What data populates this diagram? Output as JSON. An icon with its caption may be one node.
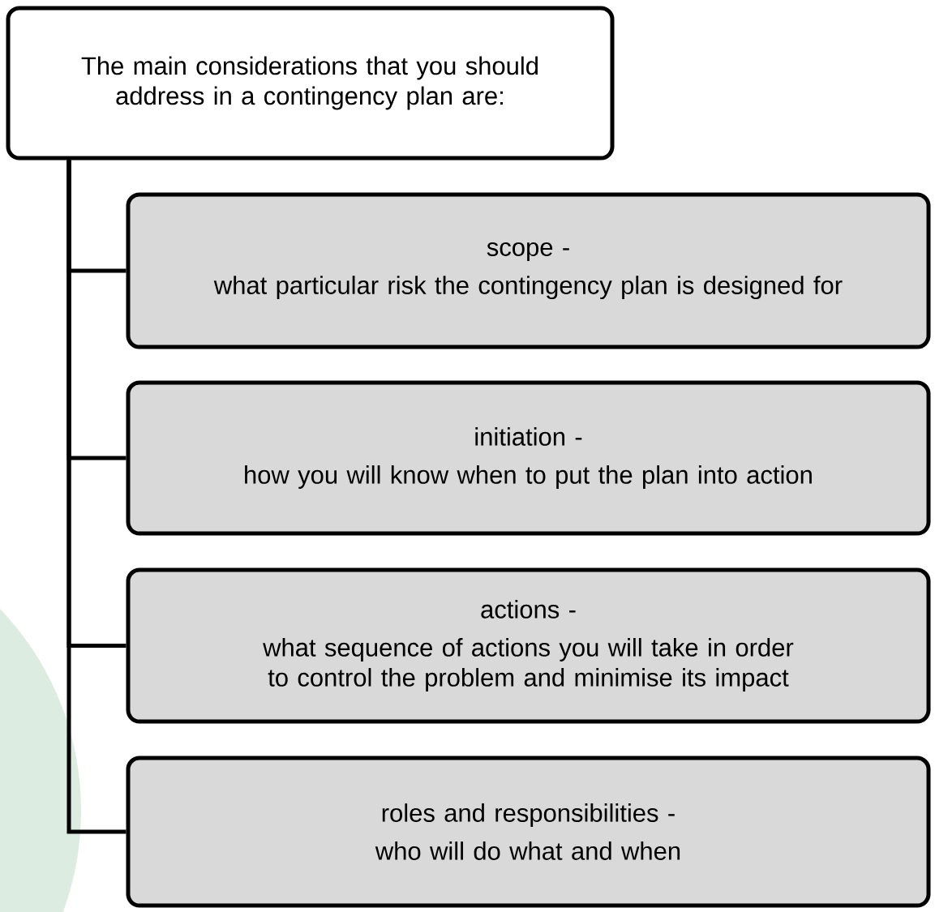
{
  "diagram": {
    "nodes": [
      {
        "text": [
          "The main considerations that you should address in a contingency plan are:"
        ]
      },
      {
        "text": [
          "scope -",
          "what particular risk the contingency plan is designed for"
        ]
      },
      {
        "text": [
          "initiation -",
          "how you will know when to put the plan into action"
        ]
      },
      {
        "text": [
          "actions -",
          "what sequence of actions you will take in order to control the problem and minimise its impact"
        ]
      },
      {
        "text": [
          "roles and responsibilities -",
          "who will do what and when"
        ]
      }
    ],
    "edges": [
      {
        "from": 0,
        "to": 1,
        "arrow": "none"
      },
      {
        "from": 0,
        "to": 2,
        "arrow": "none"
      },
      {
        "from": 0,
        "to": 3,
        "arrow": "none"
      },
      {
        "from": 0,
        "to": 4,
        "arrow": "none"
      }
    ]
  }
}
